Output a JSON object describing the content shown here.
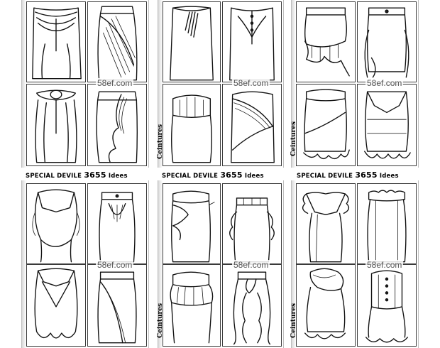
{
  "watermark_text": "58ef.com",
  "caption": {
    "prefix": "SPECIAL DEVILE",
    "number": "3655",
    "suffix": "Idees"
  },
  "side_label": "Ceintures",
  "icons": [
    "skirt-sketch"
  ],
  "colors": {
    "ink": "#111111",
    "page": "#ffffff",
    "watermark": "#555555"
  }
}
